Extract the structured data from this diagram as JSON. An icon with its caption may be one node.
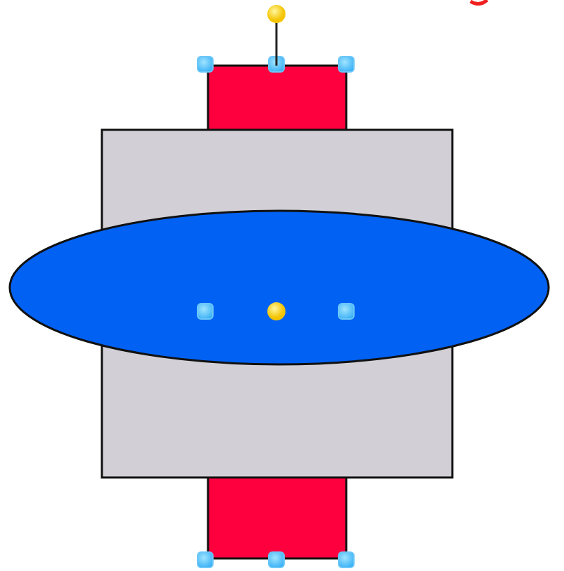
{
  "diagram": {
    "nodes": [
      {
        "text": [],
        "shape": "bar"
      },
      {
        "text": [],
        "shape": "box"
      },
      {
        "text": [],
        "shape": "ellipse"
      }
    ]
  }
}
